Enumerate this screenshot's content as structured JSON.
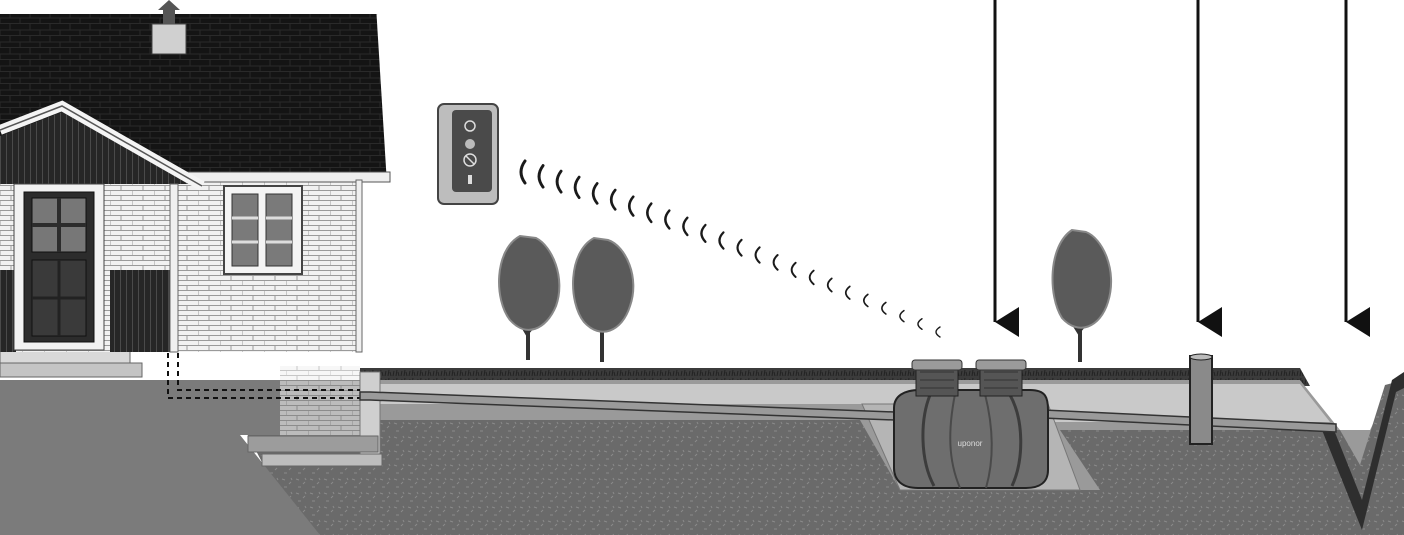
{
  "scene": {
    "house": {
      "door_panes": 4,
      "window_panes": 6
    },
    "alarm_unit": {
      "icon": "wireless-alarm-panel"
    },
    "signal": {
      "arcs": 24,
      "icon": "wireless-signal-waves"
    },
    "trees": {
      "count": 3
    },
    "tank": {
      "brand": "uponor",
      "hatches": 2
    },
    "sampling_well": {
      "icon": "inspection-pipe"
    },
    "arrows": {
      "count": 3,
      "icon": "down-arrow"
    },
    "outlet": {
      "icon": "ditch-outlet"
    }
  },
  "colors": {
    "background": "#ffffff",
    "roof": "#141414",
    "soil_dark": "#5f5f5f",
    "soil_light": "#8e8e8e",
    "sand": "#c8c8c8",
    "tank": "#6e6e6e",
    "trees": "#5a5a5a",
    "grass": "#3b3b3b"
  }
}
